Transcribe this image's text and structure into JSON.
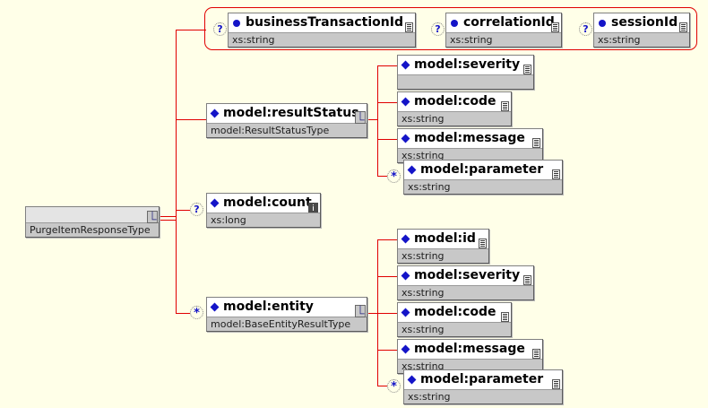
{
  "diagram": {
    "kind": "xml-schema-tree",
    "background_color": "#FFFFE8",
    "connector_color": "#E00000",
    "bullet_color": "#1414C8",
    "root": {
      "name": "",
      "type": "PurgeItemResponseType",
      "compositor": "sequence"
    },
    "attribute_group": {
      "border_color": "#E00000",
      "attributes": [
        {
          "name": "businessTransactionId",
          "type": "xs:string",
          "cardinality": "?",
          "bullet": "round",
          "badge": "documentation-icon"
        },
        {
          "name": "correlationId",
          "type": "xs:string",
          "cardinality": "?",
          "bullet": "round",
          "badge": "documentation-icon"
        },
        {
          "name": "sessionId",
          "type": "xs:string",
          "cardinality": "?",
          "bullet": "round",
          "badge": "documentation-icon"
        }
      ]
    },
    "children": [
      {
        "name": "model:resultStatus",
        "type": "model:ResultStatusType",
        "cardinality": "",
        "bullet": "diamond",
        "badge": "sequence-icon",
        "children": [
          {
            "name": "model:severity",
            "type": "",
            "cardinality": "",
            "bullet": "diamond",
            "badge": "documentation-icon"
          },
          {
            "name": "model:code",
            "type": "xs:string",
            "cardinality": "",
            "bullet": "diamond",
            "badge": "documentation-icon"
          },
          {
            "name": "model:message",
            "type": "xs:string",
            "cardinality": "",
            "bullet": "diamond",
            "badge": "documentation-icon"
          },
          {
            "name": "model:parameter",
            "type": "xs:string",
            "cardinality": "*",
            "bullet": "diamond",
            "badge": "documentation-icon"
          }
        ]
      },
      {
        "name": "model:count",
        "type": "xs:long",
        "cardinality": "?",
        "bullet": "diamond",
        "badge": "info-icon",
        "children": []
      },
      {
        "name": "model:entity",
        "type": "model:BaseEntityResultType",
        "cardinality": "*",
        "bullet": "diamond",
        "badge": "sequence-icon",
        "children": [
          {
            "name": "model:id",
            "type": "xs:string",
            "cardinality": "",
            "bullet": "diamond",
            "badge": "documentation-icon"
          },
          {
            "name": "model:severity",
            "type": "xs:string",
            "cardinality": "",
            "bullet": "diamond",
            "badge": "documentation-icon"
          },
          {
            "name": "model:code",
            "type": "xs:string",
            "cardinality": "",
            "bullet": "diamond",
            "badge": "documentation-icon"
          },
          {
            "name": "model:message",
            "type": "xs:string",
            "cardinality": "",
            "bullet": "diamond",
            "badge": "documentation-icon"
          },
          {
            "name": "model:parameter",
            "type": "xs:string",
            "cardinality": "*",
            "bullet": "diamond",
            "badge": "documentation-icon"
          }
        ]
      }
    ],
    "sequence_glyph": "⎿"
  }
}
